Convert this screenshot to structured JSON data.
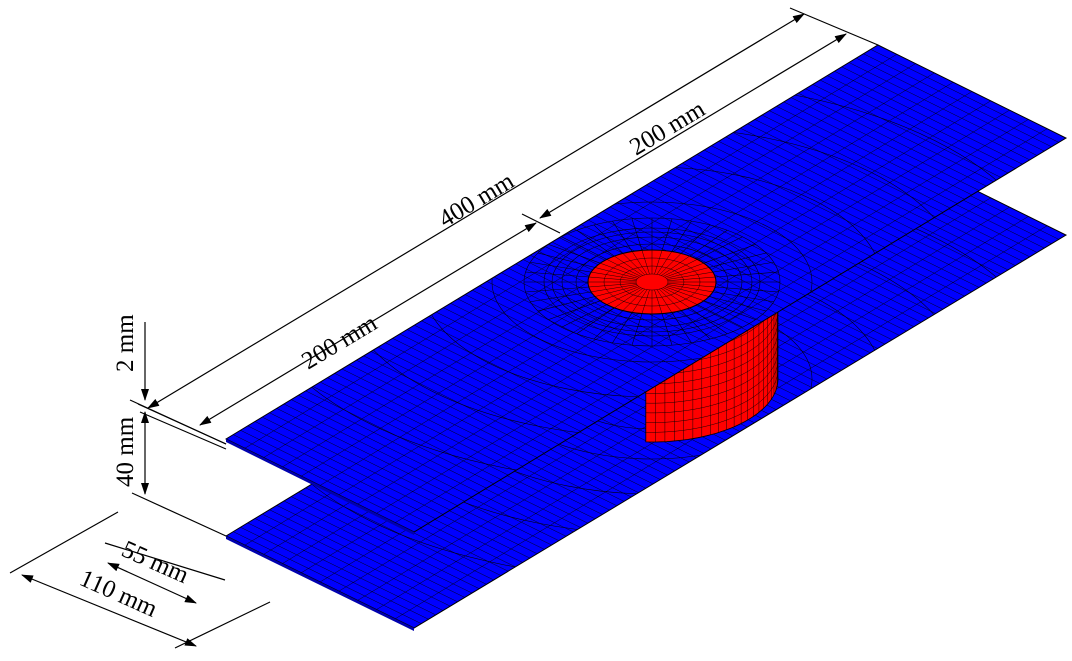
{
  "dimensions": {
    "total_length": "400 mm",
    "half_length_right": "200 mm",
    "half_length_left": "200 mm",
    "thickness": "2 mm",
    "gap": "40 mm",
    "width_half": "55 mm",
    "width_full": "110 mm"
  },
  "colors": {
    "plate": "#0000ff",
    "cylinder": "#ff0000",
    "mesh": "#000000",
    "dimension": "#000000"
  }
}
